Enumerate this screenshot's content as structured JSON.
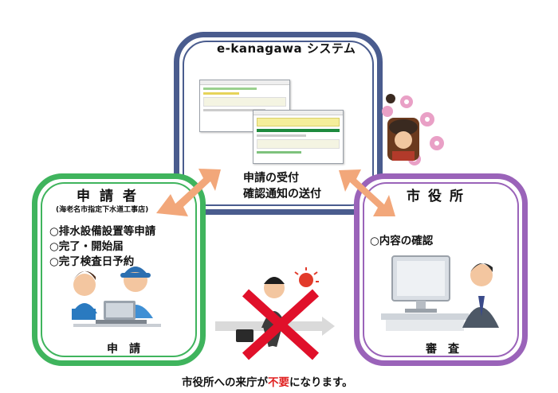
{
  "system": {
    "title": "e-kanagawa システム",
    "line1": "申請の受付",
    "line2": "確認通知の送付"
  },
  "applicant": {
    "title": "申請者",
    "subtitle": "(海老名市指定下水道工事店)",
    "items": [
      "○排水設備設置等申請",
      "○完了・開始届",
      "○完了検査日予約"
    ],
    "footer": "申請"
  },
  "city": {
    "title": "市役所",
    "item": "○内容の確認",
    "footer": "審査"
  },
  "bottom": {
    "before": "市役所への来庁が",
    "highlight": "不要",
    "after": "になります。"
  },
  "colors": {
    "system_border": "#4a5c8e",
    "applicant_border": "#3fb45d",
    "city_border": "#9a63b9",
    "arrow": "#f2a77a",
    "cross": "#e0102a"
  },
  "icons": [
    "window-screenshot-icon",
    "mascot-icon",
    "people-laptop-icon",
    "clerk-computer-icon",
    "walking-man-icon",
    "cross-icon",
    "double-arrow-icon"
  ]
}
